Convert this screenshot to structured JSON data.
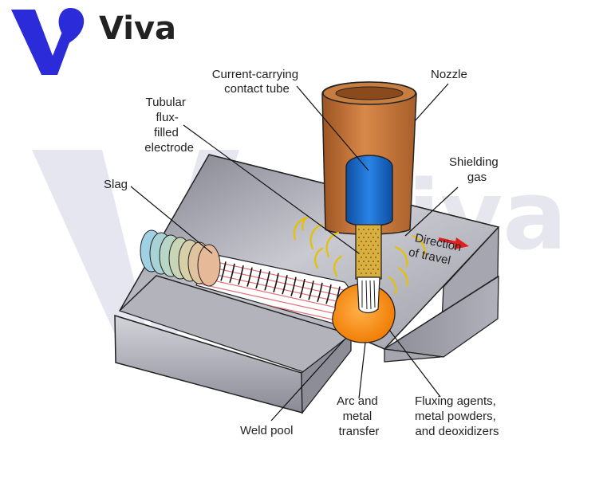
{
  "brand": {
    "name": "Viva",
    "colors": {
      "logo_blue": "#2b2bd9",
      "watermark": "#e4e4f0"
    }
  },
  "labels": {
    "contact_tube": [
      "Current-carrying",
      "contact tube"
    ],
    "nozzle": "Nozzle",
    "electrode": [
      "Tubular",
      "flux-",
      "filled",
      "electrode"
    ],
    "shielding_gas": [
      "Shielding",
      "gas"
    ],
    "slag": "Slag",
    "direction": [
      "Direction",
      "of travel"
    ],
    "weld_pool": "Weld pool",
    "arc": [
      "Arc and",
      "metal",
      "transfer"
    ],
    "fluxing": [
      "Fluxing agents,",
      "metal powders,",
      "and deoxidizers"
    ]
  },
  "colors": {
    "nozzle": "#c0743a",
    "contact_tube": "#1e6fd0",
    "electrode_core": "#d9b040",
    "weld_pool": "#ff8c1a",
    "shielding_gas": "#e6c100",
    "direction_arrow": "#e02020",
    "plate": "#9a9aa6"
  }
}
